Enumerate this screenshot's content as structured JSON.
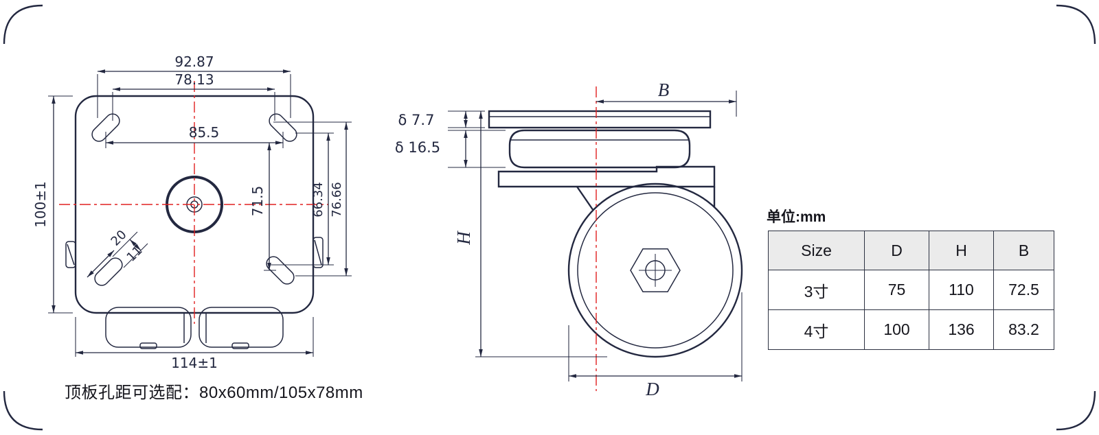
{
  "colors": {
    "line": "#232840",
    "centerline_red": "#e02020",
    "table_header_bg": "#ebebeb"
  },
  "top_view": {
    "dims": {
      "slot_span_outer": "92.87",
      "slot_span_inner": "78.13",
      "slot_center_span": "85.5",
      "plate_height": "100±1",
      "slot_center_vspan": "71.5",
      "slot_vspan_inner": "66.34",
      "slot_vspan_outer": "76.66",
      "plate_width": "114±1",
      "slot_length": "20",
      "slot_width": "11"
    }
  },
  "side_view": {
    "dims": {
      "b": "B",
      "plate_thickness": "δ 7.7",
      "bearing_height": "δ 16.5",
      "h": "H",
      "d": "D"
    }
  },
  "size_table": {
    "unit_label": "单位:mm",
    "headers": [
      "Size",
      "D",
      "H",
      "B"
    ],
    "rows": [
      [
        "3寸",
        "75",
        "110",
        "72.5"
      ],
      [
        "4寸",
        "100",
        "136",
        "83.2"
      ]
    ]
  },
  "footer": {
    "note": "顶板孔距可选配：80x60mm/105x78mm"
  }
}
